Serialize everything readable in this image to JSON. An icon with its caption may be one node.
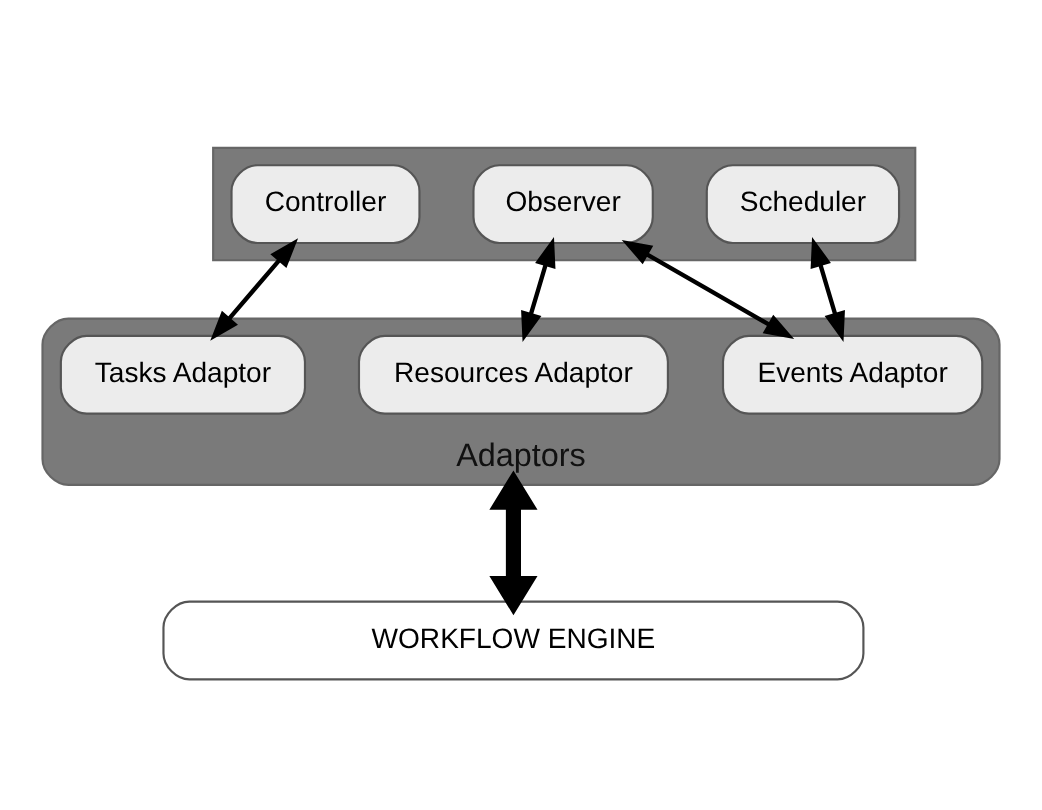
{
  "diagram": {
    "nodes": [
      {
        "text": [],
        "shape": "box"
      },
      {
        "text": [
          "Controller"
        ],
        "in": 0
      },
      {
        "text": [
          "Observer"
        ],
        "in": 0
      },
      {
        "text": [
          "Scheduler"
        ],
        "in": 0
      },
      {
        "text": [
          "Adaptors"
        ]
      },
      {
        "text": [
          "Tasks Adaptor"
        ],
        "in": 4
      },
      {
        "text": [
          "Resources Adaptor"
        ],
        "in": 4
      },
      {
        "text": [
          "Events Adaptor"
        ],
        "in": 4
      },
      {
        "text": [
          "WORKFLOW ENGINE"
        ]
      }
    ],
    "edges": [
      {
        "from": 1,
        "to": 5,
        "arrow": "both"
      },
      {
        "from": 2,
        "to": 6,
        "arrow": "both"
      },
      {
        "from": 2,
        "to": 7,
        "arrow": "both"
      },
      {
        "from": 3,
        "to": 7,
        "arrow": "both"
      },
      {
        "from": 4,
        "to": 8,
        "arrow": "both",
        "style": "thick"
      }
    ]
  }
}
